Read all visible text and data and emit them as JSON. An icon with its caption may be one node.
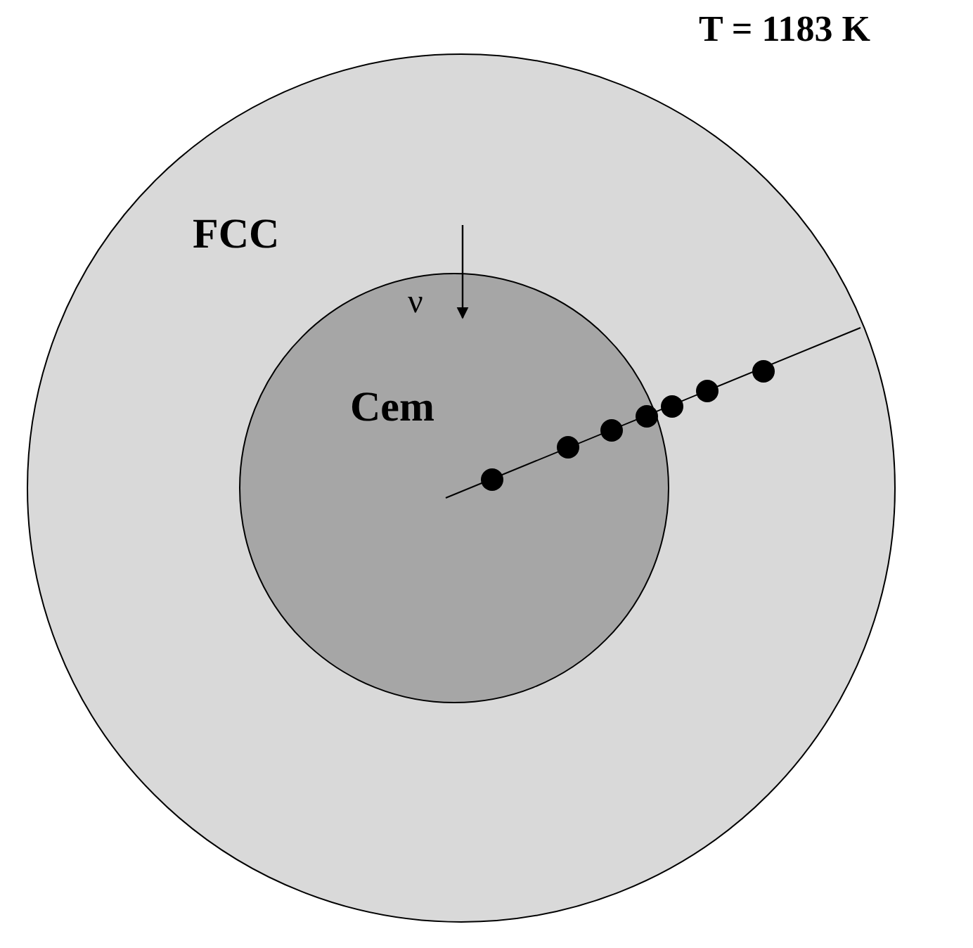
{
  "diagram": {
    "nodes": [
      {
        "text": [
          "FCC"
        ]
      },
      {
        "text": [
          "Cem"
        ],
        "in": 0
      }
    ],
    "labels": [
      "T = 1183 K",
      "ν"
    ]
  }
}
